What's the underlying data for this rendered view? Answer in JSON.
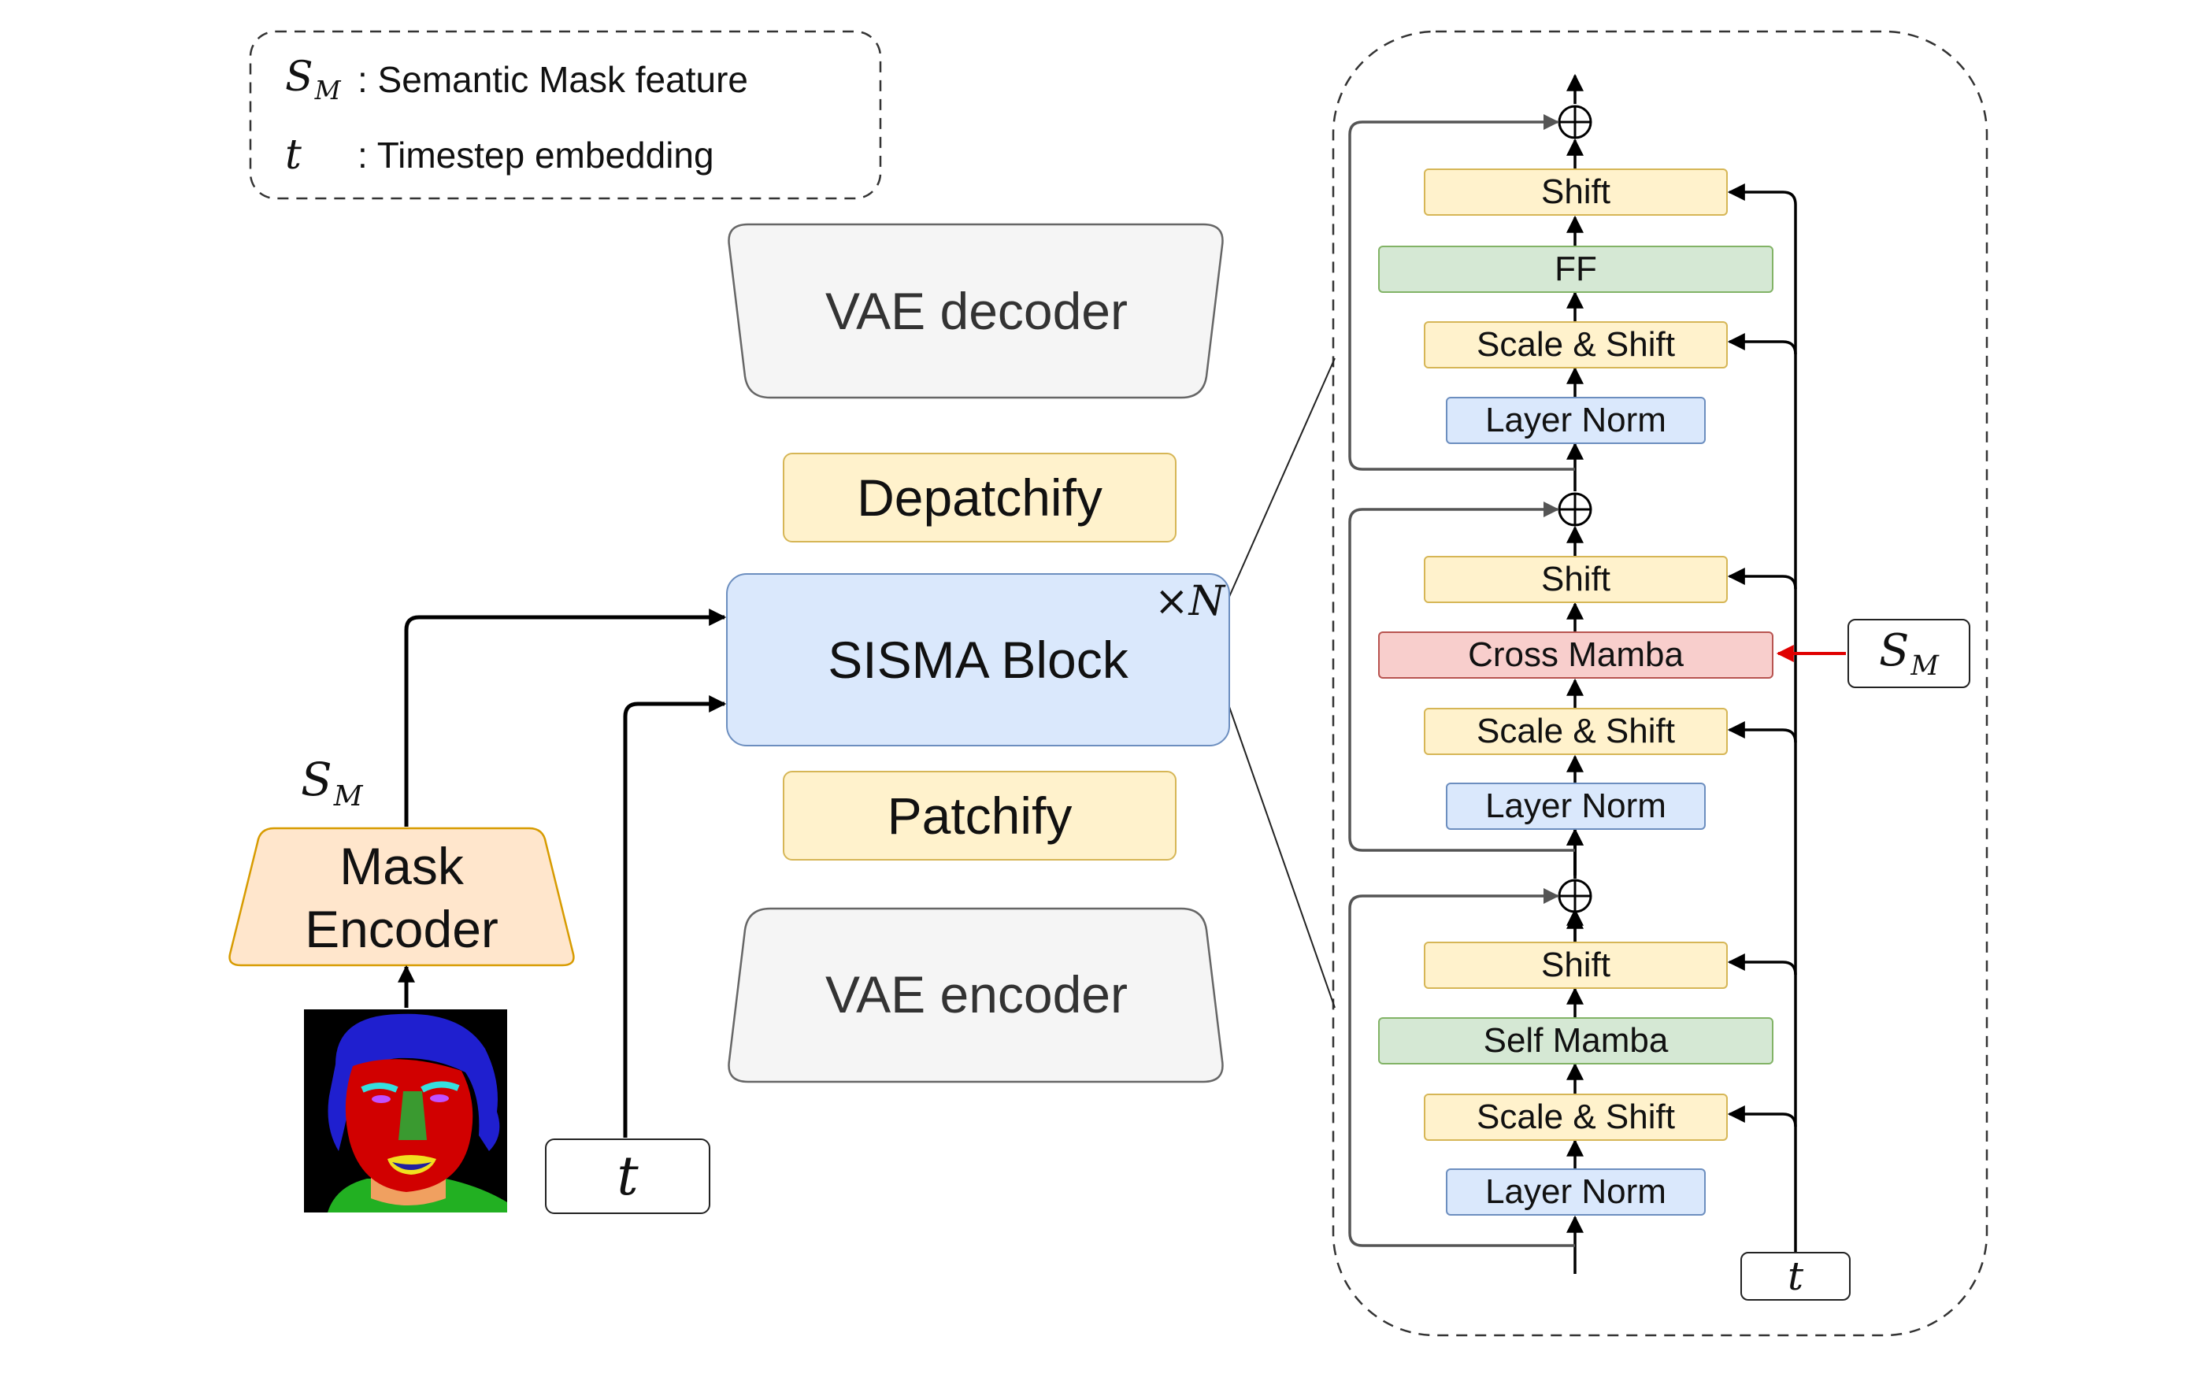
{
  "legend": {
    "items": [
      {
        "symbol": "S",
        "subscript": "M",
        "text": ": Semantic Mask feature"
      },
      {
        "symbol": "t",
        "subscript": "",
        "text": ": Timestep embedding"
      }
    ]
  },
  "pipeline": {
    "vae_decoder": "VAE decoder",
    "depatchify": "Depatchify",
    "sisma_block": "SISMA Block",
    "repeat_symbol": "×",
    "repeat_var": "N",
    "patchify": "Patchify",
    "vae_encoder": "VAE encoder",
    "mask_encoder_line1": "Mask",
    "mask_encoder_line2": "Encoder",
    "mask_feature_symbol": "S",
    "mask_feature_sub": "M",
    "timestep_symbol": "t"
  },
  "detail": {
    "top_group": {
      "shift": "Shift",
      "ff": "FF",
      "scale_shift": "Scale & Shift",
      "layer_norm": "Layer Norm"
    },
    "mid_group": {
      "shift": "Shift",
      "cross_mamba": "Cross Mamba",
      "scale_shift": "Scale & Shift",
      "layer_norm": "Layer Norm"
    },
    "bottom_group": {
      "shift": "Shift",
      "self_mamba": "Self Mamba",
      "scale_shift": "Scale & Shift",
      "layer_norm": "Layer Norm"
    },
    "condition_symbol": "S",
    "condition_sub": "M",
    "timestep_symbol": "t"
  },
  "colors": {
    "yellow_fill": "#fff2cc",
    "green_fill": "#d5e8d4",
    "blue_fill": "#dae8fc",
    "red_fill": "#f8cecc",
    "mask_encoder_fill": "#ffe6cc",
    "vae_fill": "#f5f5f5",
    "cross_attention_arrow": "#e00000"
  }
}
